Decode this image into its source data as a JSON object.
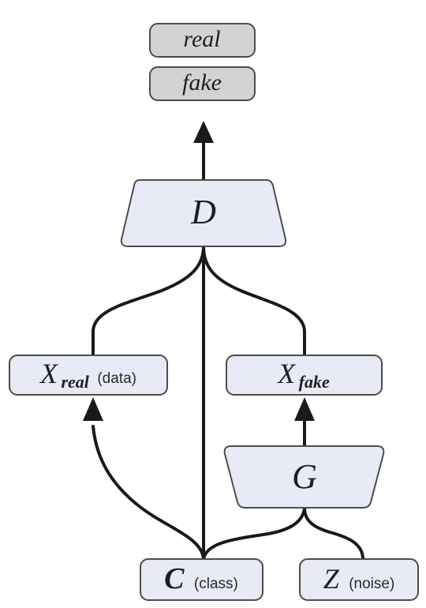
{
  "colors": {
    "node_fill": "#e8ebf5",
    "output_fill": "#d3d3d3",
    "stroke": "#4c4c4c",
    "edge": "#1a1a1a",
    "text": "#1f1f1f"
  },
  "outputs": {
    "real": "real",
    "fake": "fake"
  },
  "discriminator": {
    "label": "D"
  },
  "generator": {
    "label": "G"
  },
  "x_real": {
    "symbol": "X",
    "subscript": "real",
    "note": "(data)"
  },
  "x_fake": {
    "symbol": "X",
    "subscript": "fake"
  },
  "class_input": {
    "symbol": "C",
    "note": "(class)"
  },
  "noise_input": {
    "symbol": "Z",
    "note": "(noise)"
  }
}
